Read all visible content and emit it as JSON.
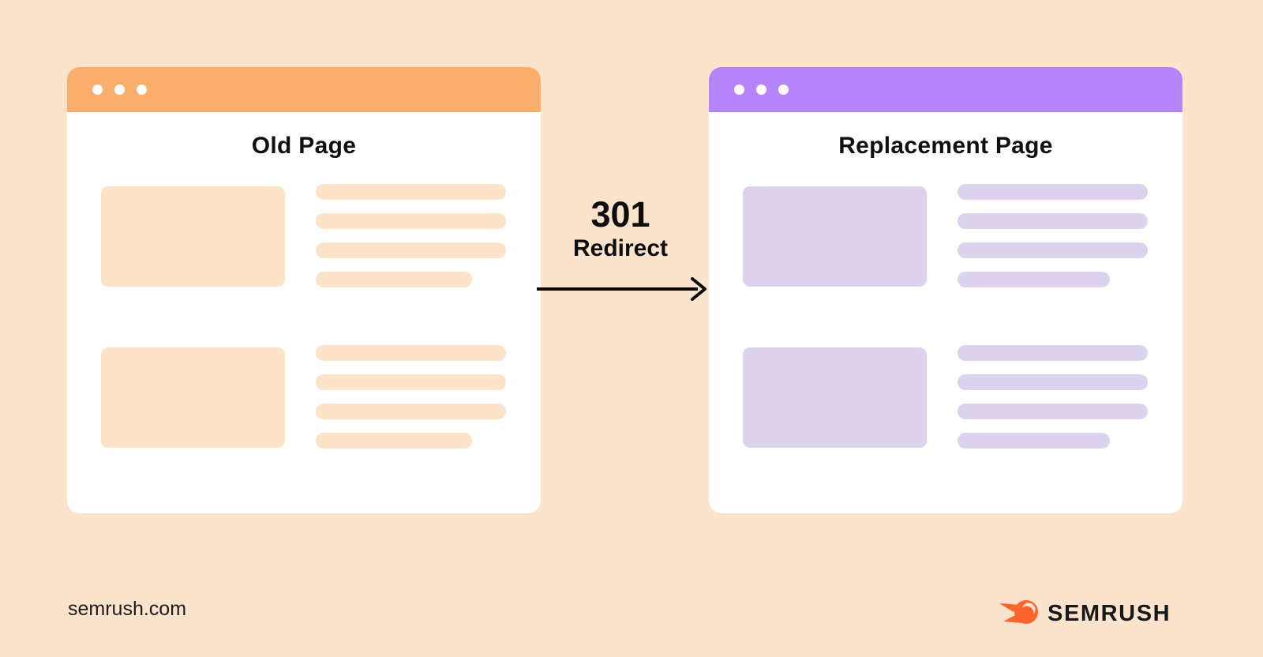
{
  "colors": {
    "background": "#FCE3CC",
    "old_header": "#FBAE6B",
    "old_block": "#FDE3C8",
    "new_header": "#B583FA",
    "new_block": "#DED3EE",
    "window_body": "#FFFFFF",
    "arrow": "#0A0A0A",
    "logo_orange": "#FF642D",
    "logo_text": "#17181C"
  },
  "old_window": {
    "title": "Old Page",
    "rows": [
      [
        1,
        1,
        1,
        0.82
      ],
      [
        1,
        1,
        1,
        0.82
      ]
    ]
  },
  "new_window": {
    "title": "Replacement Page",
    "rows": [
      [
        1,
        1,
        1,
        0.8
      ],
      [
        1,
        1,
        1,
        0.8
      ]
    ]
  },
  "redirect": {
    "code": "301",
    "label": "Redirect"
  },
  "footer": {
    "site": "semrush.com",
    "brand": "SEMRUSH"
  }
}
